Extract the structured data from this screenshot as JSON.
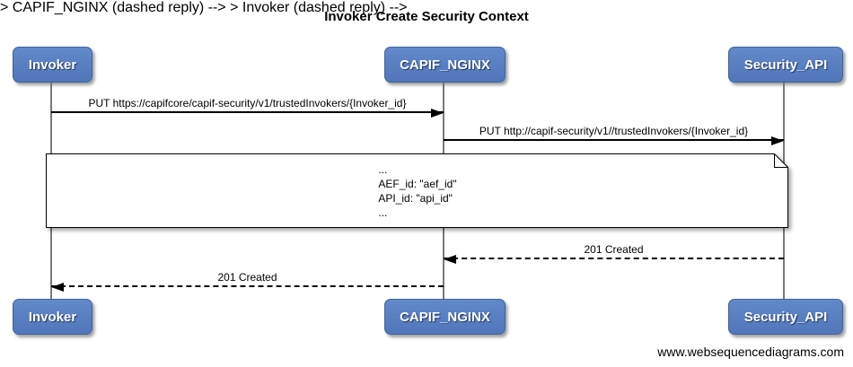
{
  "diagram": {
    "title": "Invoker Create Security Context",
    "type": "sequence-diagram"
  },
  "participants": [
    {
      "id": "invoker",
      "label": "Invoker"
    },
    {
      "id": "capif-nginx",
      "label": "CAPIF_NGINX"
    },
    {
      "id": "security-api",
      "label": "Security_API"
    }
  ],
  "messages": [
    {
      "from": "Invoker",
      "to": "CAPIF_NGINX",
      "style": "solid",
      "label": "PUT https://capifcore/capif-security/v1/trustedInvokers/{Invoker_id}"
    },
    {
      "from": "CAPIF_NGINX",
      "to": "Security_API",
      "style": "solid",
      "label": "PUT http://capif-security/v1//trustedInvokers/{Invoker_id}"
    },
    {
      "from": "Security_API",
      "to": "CAPIF_NGINX",
      "style": "dashed",
      "label": "201 Created"
    },
    {
      "from": "CAPIF_NGINX",
      "to": "Invoker",
      "style": "dashed",
      "label": "201 Created"
    }
  ],
  "note": {
    "lines": [
      "...",
      "AEF_id: \"aef_id\"",
      "API_id: \"api_id\"",
      "..."
    ]
  },
  "footer": {
    "credit": "www.websequencediagrams.com"
  },
  "colors": {
    "actor_fill": "#5b80c1",
    "actor_border": "#3e639f",
    "actor_text": "#ffffff",
    "lifeline": "#7a7a7a",
    "note_fill": "#ffffff",
    "line": "#000000",
    "background": "#ffffff"
  }
}
